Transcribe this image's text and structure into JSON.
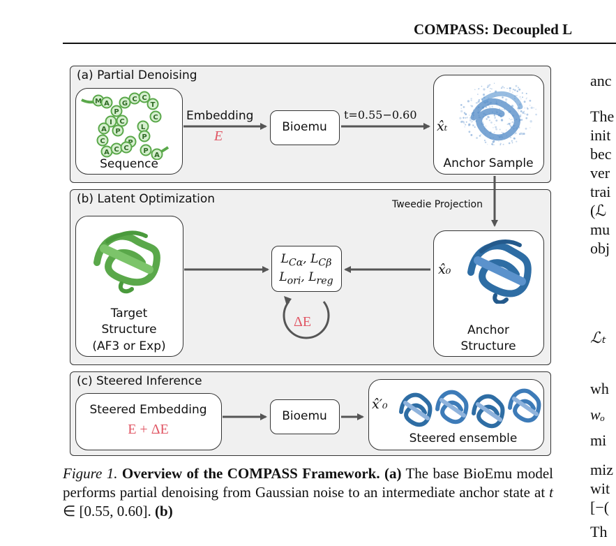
{
  "header": {
    "running_title": "COMPASS: Decoupled L"
  },
  "panel_a": {
    "title": "(a) Partial Denoising",
    "sequence_label": "Sequence",
    "sequence_letters": [
      "M",
      "A",
      "P",
      "G",
      "C",
      "C",
      "T",
      "I",
      "C",
      "C",
      "A",
      "P",
      "L",
      "C",
      "P",
      "P",
      "A",
      "C",
      "C",
      "P",
      "A"
    ],
    "embedding_label": "Embedding",
    "embedding_symbol": "E",
    "bioemu_label": "Bioemu",
    "time_label": "t=0.55−0.60",
    "xt_label": "x̂ₜ",
    "anchor_sample_label": "Anchor Sample"
  },
  "tweedie_label": "Tweedie Projection",
  "panel_b": {
    "title": "(b) Latent Optimization",
    "target_label": [
      "Target",
      "Structure",
      "(AF3 or Exp)"
    ],
    "loss_line1": "L_{Cα}, L_{Cβ}",
    "loss_line2": "L_{ori}, L_{reg}",
    "delta_label": "ΔE",
    "x0_label": "x̂₀",
    "anchor_structure_label": [
      "Anchor",
      "Structure"
    ]
  },
  "panel_c": {
    "title": "(c) Steered Inference",
    "steered_embedding_label": "Steered Embedding",
    "steered_formula": "E + ΔE",
    "bioemu_label": "Bioemu",
    "x0prime_label": "x̂′₀",
    "steered_ensemble_label": "Steered ensemble"
  },
  "right_column_fragments": [
    "anc",
    "The",
    "init",
    "bec",
    "ver",
    "trai",
    "(ℒ",
    "mu",
    "obj",
    "ℒₜ",
    "wh",
    "wₒ",
    "mi",
    "miz",
    "wit",
    "[−(",
    "Th"
  ],
  "caption": {
    "figure_num": "Figure 1.",
    "title": "Overview of the COMPASS Framework.",
    "part_a": "(a)",
    "text1": "The base BioEmu model performs partial denoising from Gaussian noise to an intermediate anchor state at",
    "math_t": "t",
    "math_in": "∈",
    "math_interval": "[0.55, 0.60].",
    "part_b": "(b)"
  },
  "colors": {
    "accent_red": "#e05563",
    "protein_green": "#5aa84a",
    "protein_blue": "#2e6da4",
    "panel_bg": "#f0f0f0"
  },
  "icons": [
    "protein-sequence-icon",
    "noisy-protein-icon",
    "green-protein-icon",
    "blue-protein-icon",
    "cycle-arrow-icon",
    "ensemble-icon"
  ]
}
